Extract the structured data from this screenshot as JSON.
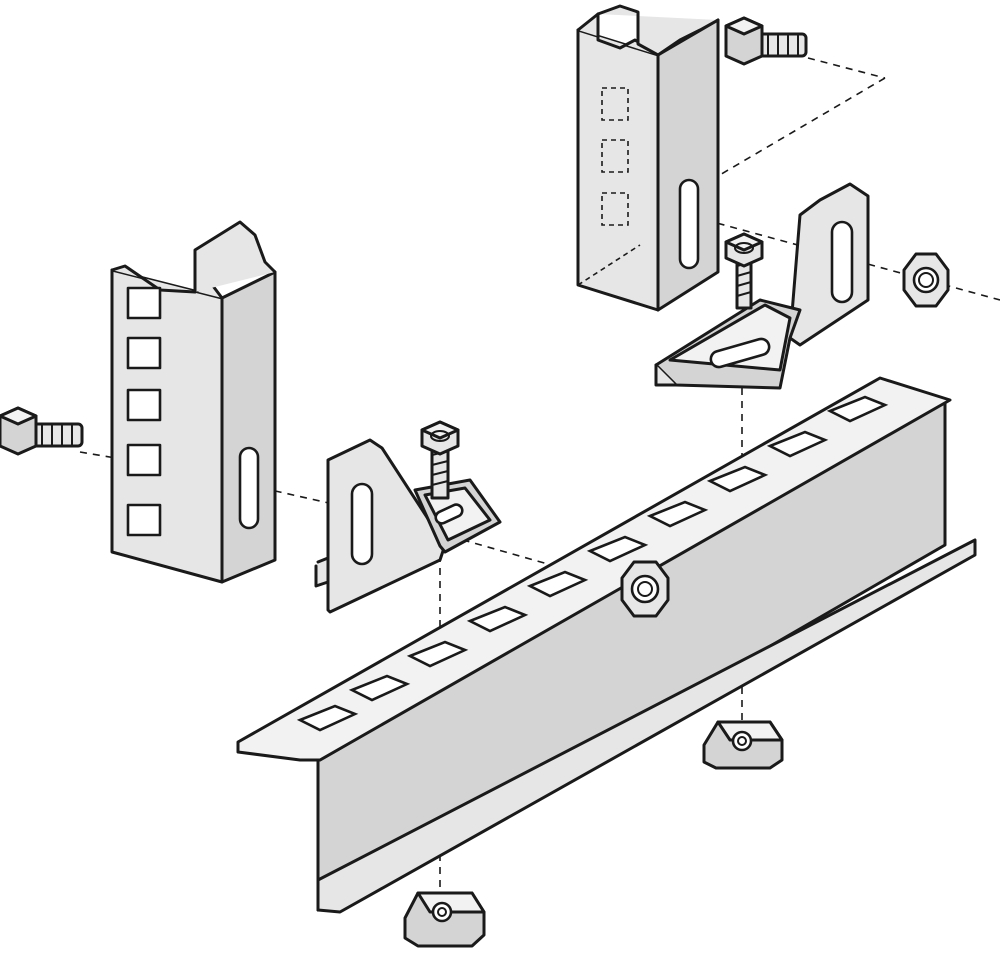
{
  "diagram": {
    "style": "exploded isometric line drawing",
    "colors": {
      "stroke": "#1a1a1a",
      "fill": "#e6e6e6",
      "background": "#ffffff"
    },
    "parts": [
      "rack-upright-left",
      "rack-upright-right",
      "mounting-bracket-left",
      "mounting-bracket-right",
      "slotted-support-rail",
      "screw-left",
      "screw-top",
      "bolt-bracket-left",
      "bolt-bracket-right",
      "hex-nut-center",
      "hex-nut-right",
      "cage-nut-left",
      "cage-nut-right"
    ]
  }
}
